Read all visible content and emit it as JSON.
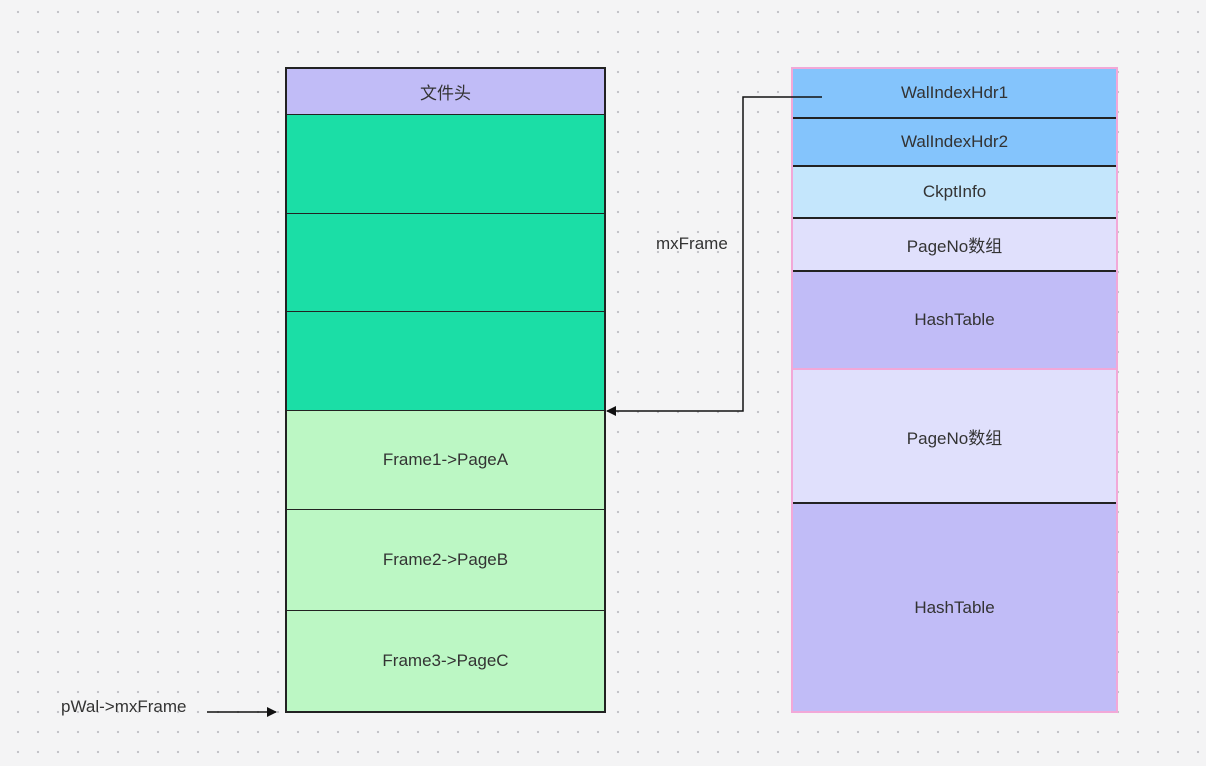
{
  "wal_file": {
    "header_label": "文件头",
    "frames": [
      {
        "label": ""
      },
      {
        "label": ""
      },
      {
        "label": ""
      },
      {
        "label": "Frame1->PageA"
      },
      {
        "label": "Frame2->PageB"
      },
      {
        "label": "Frame3->PageC"
      }
    ]
  },
  "wal_index": {
    "segment1": {
      "hdr1": "WalIndexHdr1",
      "hdr2": "WalIndexHdr2",
      "ckpt": "CkptInfo",
      "pageno": "PageNo数组",
      "hash": "HashTable"
    },
    "segment2": {
      "pageno": "PageNo数组",
      "hash": "HashTable"
    }
  },
  "labels": {
    "mxframe": "mxFrame",
    "pwal_mxframe": "pWal->mxFrame"
  },
  "colors": {
    "header": "#c1bcf7",
    "frame_unused": "#1bdea6",
    "frame_used": "#bcf7c4",
    "hdr": "#84c4fc",
    "ckpt": "#c4e6fc",
    "pageno": "#e0e0fc",
    "hash": "#c1bcf7",
    "index_border": "#f2a8d8"
  }
}
